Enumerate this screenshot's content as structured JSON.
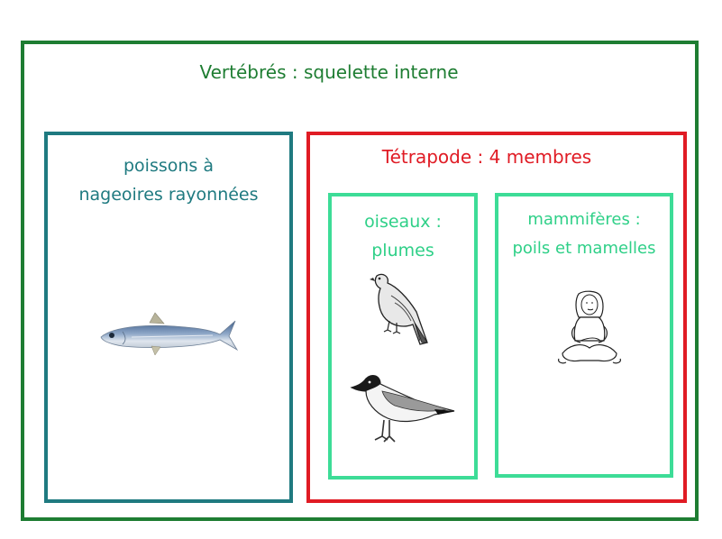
{
  "diagram": {
    "title": "Vertébrés :  squelette interne",
    "groups": {
      "fish": {
        "line1": "poissons à",
        "line2": "nageoires rayonnées",
        "image": "sardine-fish-drawing"
      },
      "tetrapod": {
        "title": "Tétrapode : 4 membres"
      },
      "birds": {
        "line1": "oiseaux :",
        "line2": "plumes",
        "images": [
          "pigeon-drawing",
          "gull-drawing"
        ]
      },
      "mammals": {
        "line1": "mammifères :",
        "line2": "poils et mamelles",
        "image": "seated-person-drawing"
      }
    },
    "colors": {
      "outer": "#1e7d32",
      "fish": "#1f7a80",
      "tetrapod": "#e01b24",
      "inner": "#3ddc97"
    }
  }
}
